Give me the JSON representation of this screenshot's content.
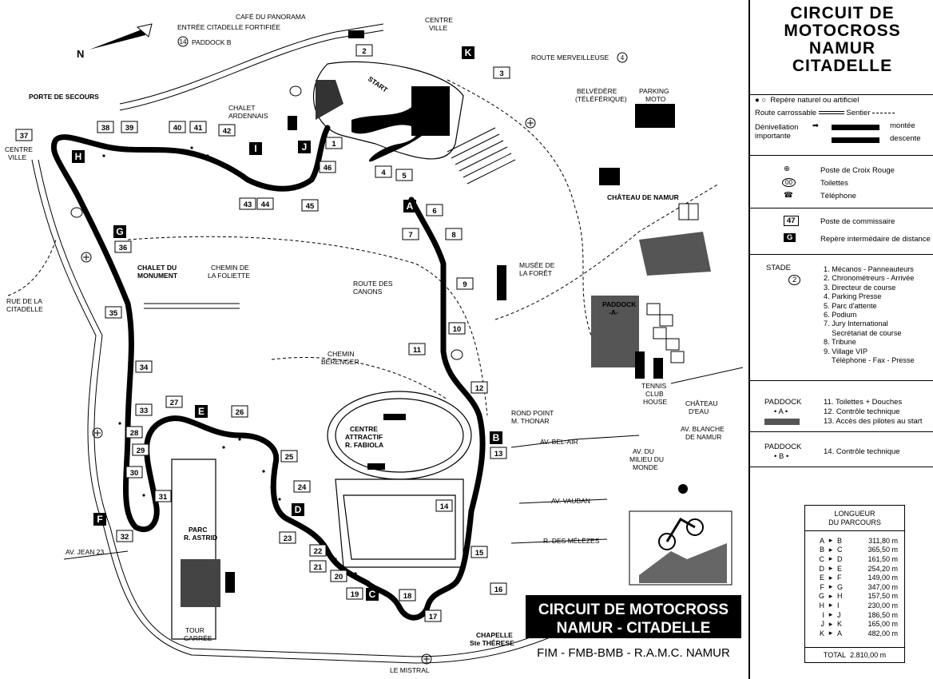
{
  "title_lines": [
    "CIRCUIT DE",
    "MOTOCROSS",
    "NAMUR",
    "CITADELLE"
  ],
  "banner": {
    "line1": "CIRCUIT DE MOTOCROSS",
    "line2": "NAMUR - CITADELLE",
    "sub": "FIM - FMB-BMB - R.A.M.C. NAMUR"
  },
  "legend_symbols": {
    "repere": "Repère naturel ou artificiel",
    "route": "Route carrossable",
    "sentier": "Sentier",
    "denivellation": "Dénivellation",
    "importante": "importante",
    "montee": "montée",
    "descente": "descente"
  },
  "legend_services": {
    "croix_rouge": "Poste de Croix Rouge",
    "toilettes": "Toilettes",
    "telephone": "Téléphone",
    "toilettes_icon": "00"
  },
  "legend_posts": {
    "num": "47",
    "commissaire": "Poste de commissaire",
    "letter": "G",
    "repere_dist": "Repère intermédaire de distance"
  },
  "stade": {
    "label": "STADE",
    "num": "2",
    "items": [
      "1. Mécanos - Panneauteurs",
      "2. Chronométreurs - Arrivée",
      "3. Directeur de course",
      "4. Parking Presse",
      "5. Parc d'attente",
      "6. Podium",
      "7. Jury International",
      "    Secrétariat de course",
      "8. Tribune",
      "9. Village VIP",
      "    Téléphone - Fax - Presse"
    ]
  },
  "paddock_a": {
    "label": "PADDOCK",
    "sub": "• A •",
    "items": [
      "11. Toilettes + Douches",
      "12. Contrôle technique",
      "13. Accès des pilotes au start"
    ]
  },
  "paddock_b": {
    "label": "PADDOCK",
    "sub": "• B •",
    "items": [
      "14. Contrôle technique"
    ]
  },
  "longueur": {
    "title1": "LONGUEUR",
    "title2": "DU PARCOURS",
    "rows": [
      {
        "from": "A",
        "to": "B",
        "len": "311,80 m"
      },
      {
        "from": "B",
        "to": "C",
        "len": "365,50 m"
      },
      {
        "from": "C",
        "to": "D",
        "len": "161,50 m"
      },
      {
        "from": "D",
        "to": "E",
        "len": "254,20 m"
      },
      {
        "from": "E",
        "to": "F",
        "len": "149,00 m"
      },
      {
        "from": "F",
        "to": "G",
        "len": "347,00 m"
      },
      {
        "from": "G",
        "to": "H",
        "len": "157,50 m"
      },
      {
        "from": "H",
        "to": "I",
        "len": "230,00 m"
      },
      {
        "from": "I",
        "to": "J",
        "len": "186,50 m"
      },
      {
        "from": "J",
        "to": "K",
        "len": "165,00 m"
      },
      {
        "from": "K",
        "to": "A",
        "len": "482,00 m"
      }
    ],
    "total_label": "TOTAL",
    "total": "2.810,00 m"
  },
  "map_labels": {
    "north": "N",
    "cafe": "CAFÉ DU PANORAMA",
    "entree": "ENTRÉE CITADELLE FORTIFIÉE",
    "paddock_b_ref": "PADDOCK B",
    "paddock_b_num": "14",
    "centre_ville_top": [
      "CENTRE",
      "VILLE"
    ],
    "centre_ville_left": [
      "CENTRE",
      "VILLE"
    ],
    "route_merveilleuse": "ROUTE MERVEILLEUSE",
    "route_merveilleuse_num": "4",
    "porte_secours": "PORTE DE SECOURS",
    "chalet_ardennais": [
      "CHALET",
      "ARDENNAIS"
    ],
    "belvedere": [
      "BELVÉDÈRE",
      "(TÉLÉFÉRIQUE)"
    ],
    "parking_moto": [
      "PARKING",
      "MOTO"
    ],
    "chateau": "CHÂTEAU DE NAMUR",
    "musee": [
      "MUSÉE DE",
      "LA FORÊT"
    ],
    "chalet_monument": [
      "CHALET DU",
      "MONUMENT"
    ],
    "chemin_foliette": [
      "CHEMIN DE",
      "LA FOLIETTE"
    ],
    "route_canons": [
      "ROUTE DES",
      "CANONS"
    ],
    "rue_citadelle": [
      "RUE DE LA",
      "CITADELLE"
    ],
    "chemin_berenger": [
      "CHEMIN",
      "BERENGER"
    ],
    "paddock_a": [
      "PADDOCK",
      "-A-"
    ],
    "tennis": [
      "TENNIS",
      "CLUB",
      "HOUSE"
    ],
    "chateau_eau": [
      "CHÂTEAU",
      "D'EAU"
    ],
    "av_blanche": [
      "AV. BLANCHE",
      "DE NAMUR"
    ],
    "rond_point": [
      "ROND POINT",
      "M. THONAR"
    ],
    "av_bel_air": "AV. BEL-AIR",
    "av_milieu": [
      "AV. DU",
      "MILIEU DU",
      "MONDE"
    ],
    "centre_attractif": [
      "CENTRE",
      "ATTRACTIF",
      "R. FABIOLA"
    ],
    "av_vauban": "AV. VAUBAN",
    "r_melezes": "R. DES MÉLÈZES",
    "av_jean": "AV. JEAN 23",
    "parc": [
      "PARC",
      "R. ASTRID"
    ],
    "tour": [
      "TOUR",
      "CARRÉE"
    ],
    "chapelle": [
      "CHAPELLE",
      "Ste THÉRESE"
    ],
    "le_mistral": "LE MISTRAL",
    "start": "START"
  },
  "letters": [
    "A",
    "B",
    "C",
    "D",
    "E",
    "F",
    "G",
    "H",
    "I",
    "J",
    "K"
  ],
  "posts": [
    "1",
    "2",
    "3",
    "4",
    "5",
    "6",
    "7",
    "8",
    "9",
    "10",
    "11",
    "12",
    "13",
    "14",
    "15",
    "16",
    "17",
    "18",
    "19",
    "20",
    "21",
    "22",
    "23",
    "24",
    "25",
    "26",
    "27",
    "28",
    "29",
    "30",
    "31",
    "32",
    "33",
    "34",
    "35",
    "36",
    "37",
    "38",
    "39",
    "40",
    "41",
    "42",
    "43",
    "44",
    "45",
    "46"
  ]
}
